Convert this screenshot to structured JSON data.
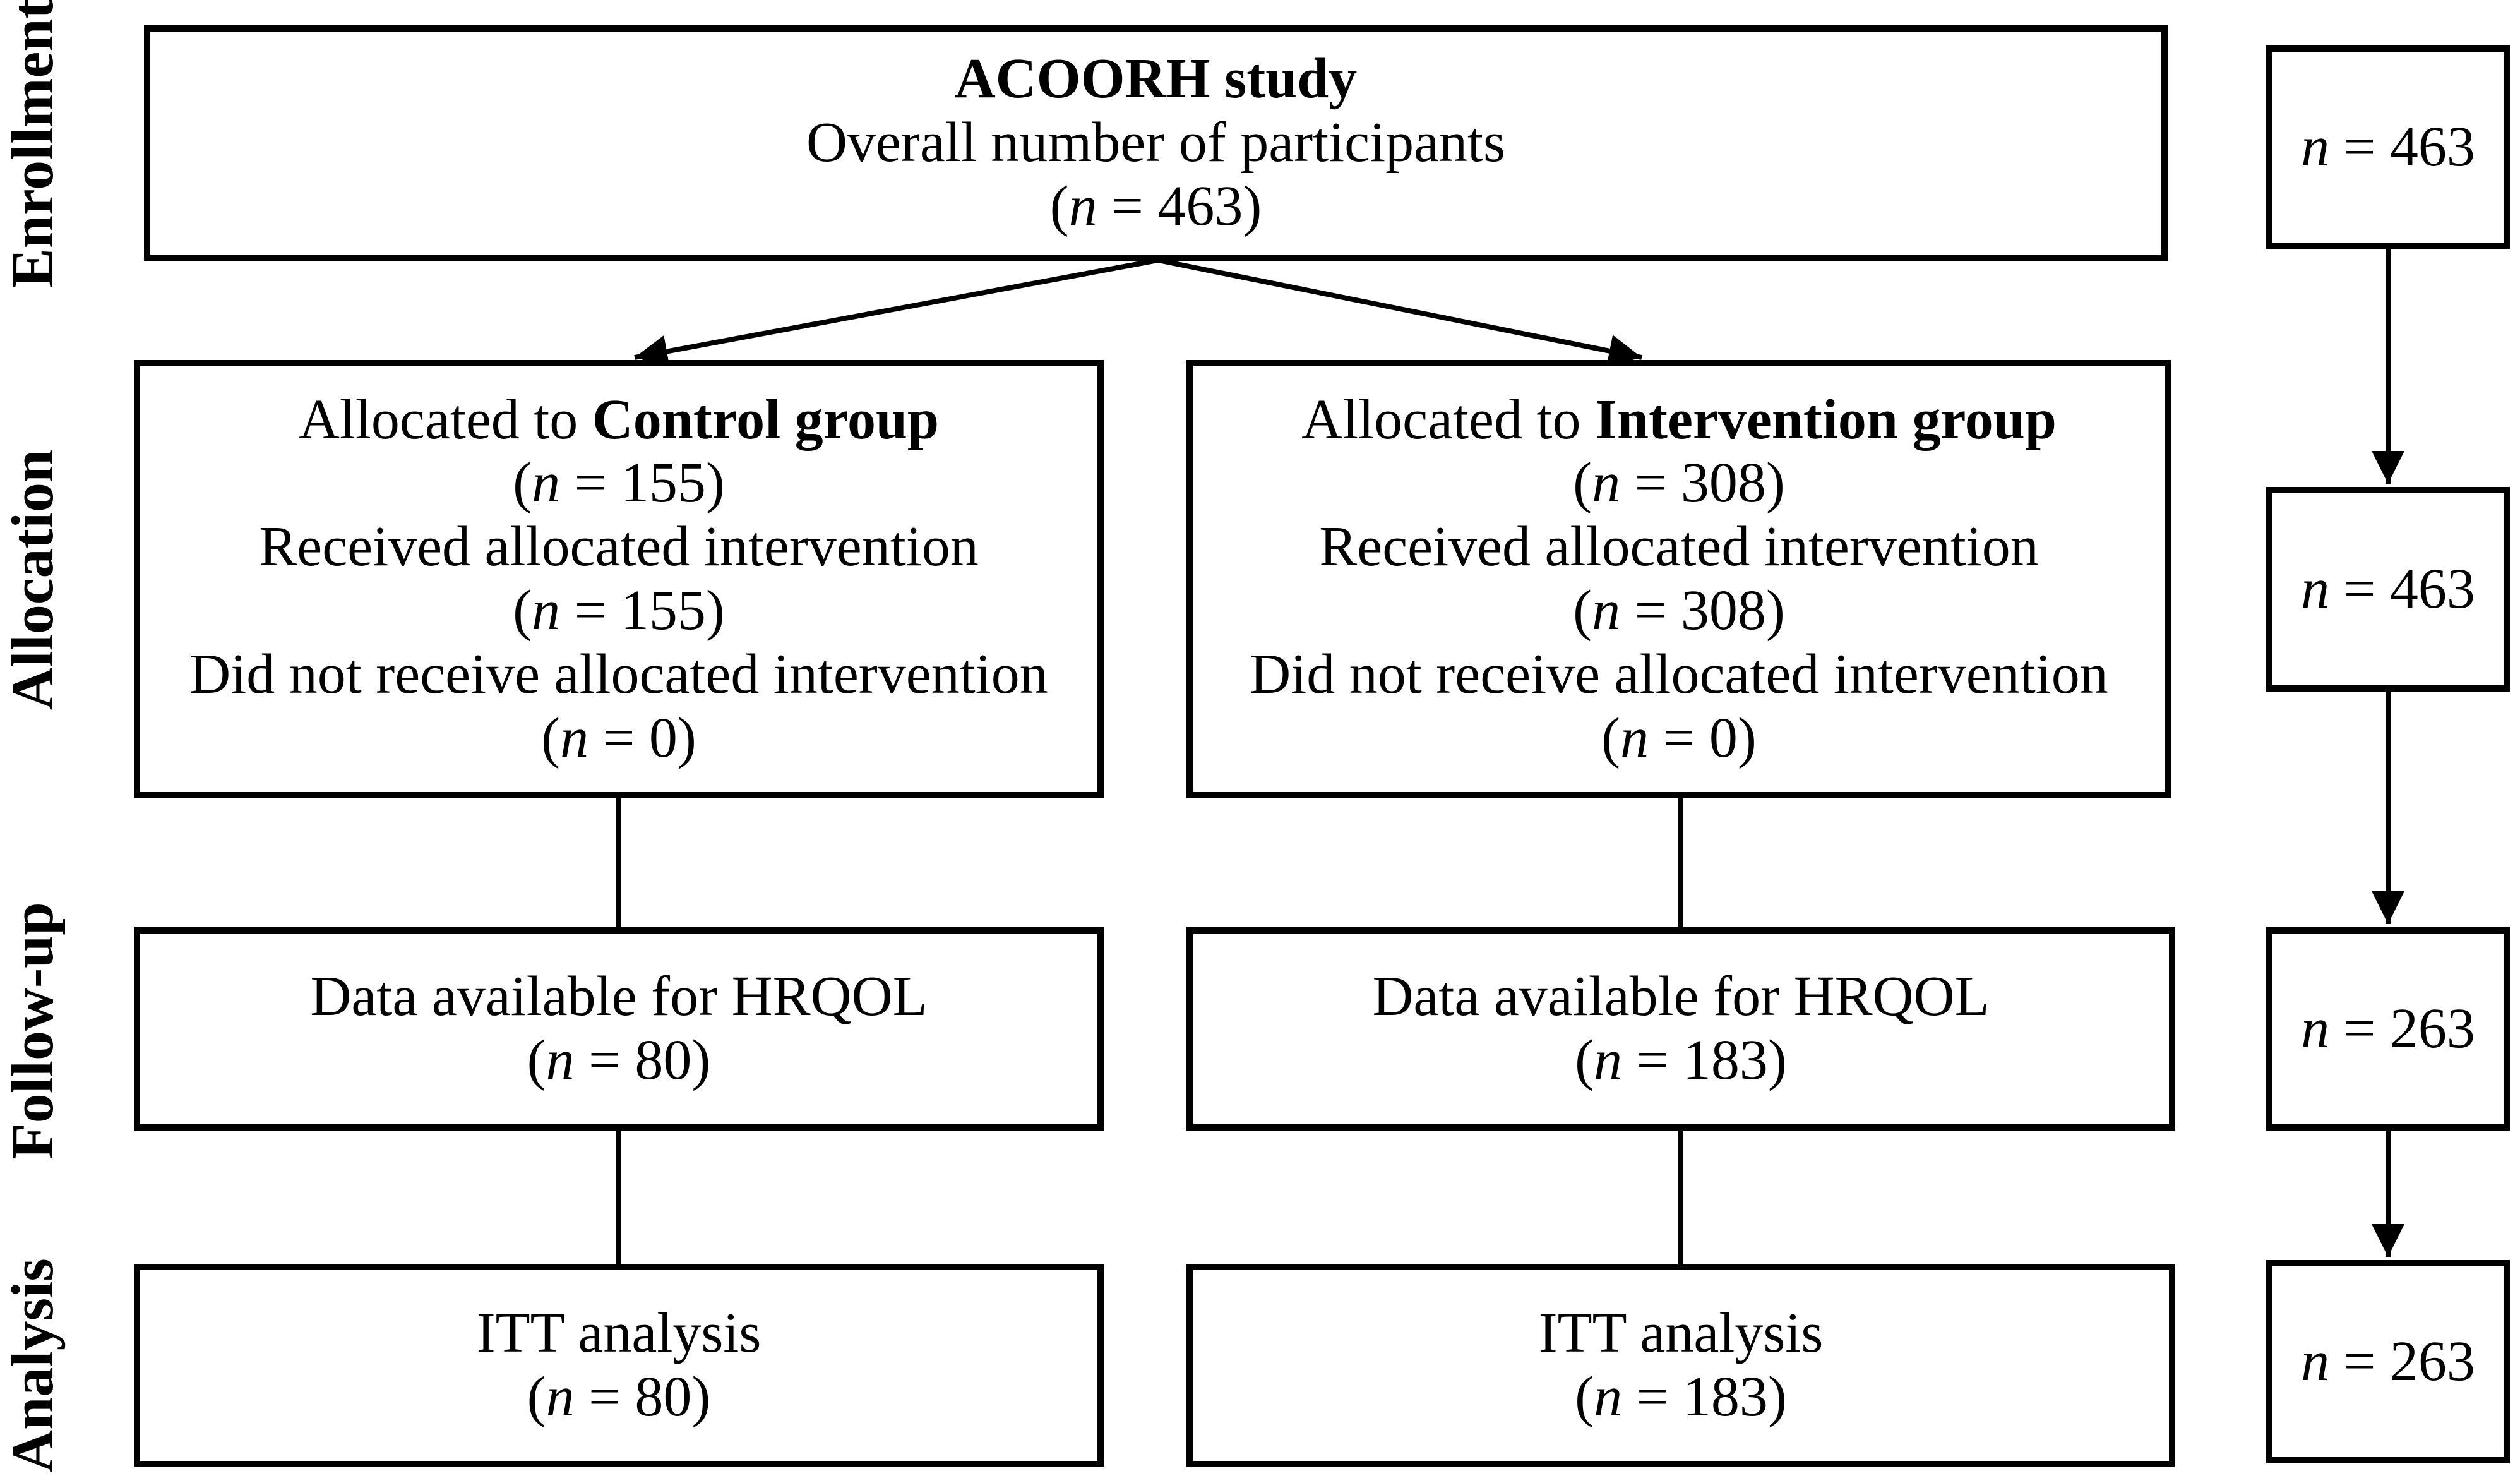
{
  "figure": {
    "background": "#ffffff",
    "line_color": "#000000"
  },
  "stages": [
    "Enrollment",
    "Allocation",
    "Follow-up",
    "Analysis"
  ],
  "enrollment": {
    "box": {
      "title": "ACOORH study",
      "subtitle": "Overall number of participants",
      "count": "(n = 463)"
    }
  },
  "allocation": {
    "control": {
      "intro": "Allocated to ",
      "group": "Control group",
      "count": "(n = 155)",
      "received": "Received allocated intervention",
      "received_count": "(n = 155)",
      "not_received": "Did not receive allocated intervention",
      "not_received_count": "(n = 0)"
    },
    "intervention": {
      "intro": "Allocated to ",
      "group": "Intervention group",
      "count": "(n = 308)",
      "received": "Received allocated intervention",
      "received_count": "(n = 308)",
      "not_received": "Did not receive allocated intervention",
      "not_received_count": "(n = 0)"
    }
  },
  "followup": {
    "control": {
      "label": "Data available for HRQOL",
      "count": "(n = 80)"
    },
    "intervention": {
      "label": "Data available for HRQOL",
      "count": "(n = 183)"
    }
  },
  "analysis": {
    "control": {
      "label": "ITT analysis",
      "count": "(n = 80)"
    },
    "intervention": {
      "label": "ITT analysis",
      "count": "(n = 183)"
    }
  },
  "totals": [
    {
      "count": "n = 463"
    },
    {
      "count": "n = 463"
    },
    {
      "count": "n = 263"
    },
    {
      "count": "n = 263"
    }
  ]
}
